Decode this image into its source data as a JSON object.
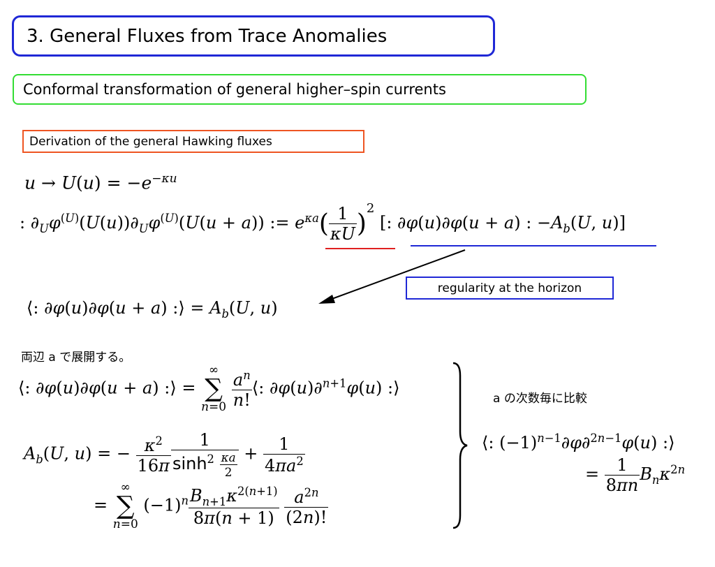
{
  "slide": {
    "title": "3. General Fluxes from Trace Anomalies",
    "subtitle": "Conformal transformation of general higher–spin currents",
    "derivation_label": "Derivation of the general Hawking fluxes",
    "regularity_label": "regularity at the horizon",
    "expand_note": "両辺 a で展開する。",
    "compare_note": "a の次数毎に比較"
  },
  "colors": {
    "title_border": "#1f28d6",
    "subtitle_border": "#33dd33",
    "derivation_border": "#ee5522",
    "red_underline": "#e02020",
    "blue_underline": "#1f28d6"
  }
}
